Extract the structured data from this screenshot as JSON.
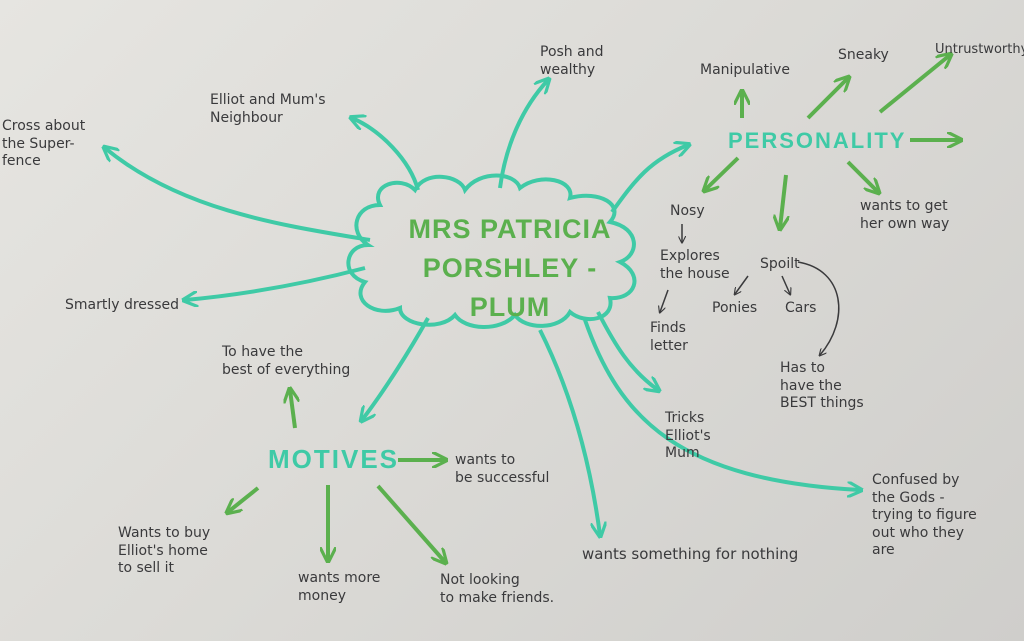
{
  "colors": {
    "teal": "#3fcaa6",
    "green": "#5bb04e",
    "ink": "#3a3a3c",
    "paper": "#e2e1dd"
  },
  "center": {
    "title": "MRS PATRICIA\nPORSHLEY - PLUM"
  },
  "personality": {
    "heading": "PERSONALITY",
    "manipulative": "Manipulative",
    "sneaky": "Sneaky",
    "untrustworthy": "Untrustworthy",
    "own_way": "wants to get\nher own way",
    "nosy": "Nosy",
    "explores": "Explores\nthe house",
    "finds_letter": "Finds\nletter",
    "spoilt": "Spoilt",
    "ponies": "Ponies",
    "cars": "Cars",
    "best_things": "Has to\nhave the\nBEST things"
  },
  "motives": {
    "heading": "MOTIVES",
    "best_everything": "To have the\nbest of everything",
    "successful": "wants to\nbe successful",
    "buy_home": "Wants to buy\nElliot's home\nto sell it",
    "more_money": "wants more\nmoney",
    "not_friends": "Not looking\nto make friends."
  },
  "branches": {
    "cross": "Cross about\nthe Super-\nfence",
    "neighbour": "Elliot and Mum's\nNeighbour",
    "posh": "Posh and\nwealthy",
    "smartly": "Smartly dressed",
    "tricks": "Tricks\nElliot's\nMum",
    "nothing": "wants something for nothing",
    "confused": "Confused by\nthe Gods -\ntrying to figure\nout who they\nare"
  }
}
